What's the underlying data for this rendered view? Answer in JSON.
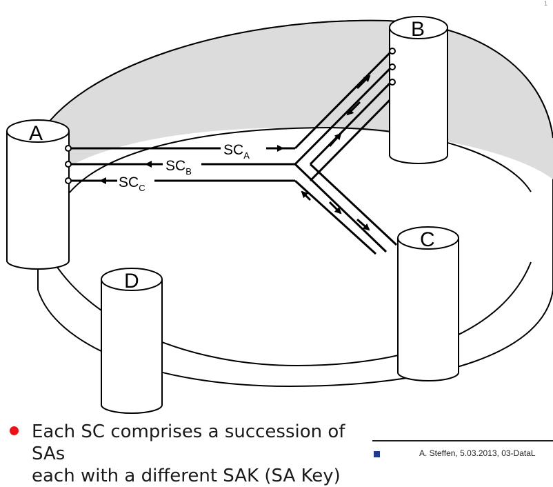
{
  "diagram": {
    "stations": {
      "a": "A",
      "b": "B",
      "c": "C",
      "d": "D"
    },
    "channels": {
      "a": {
        "base": "SC",
        "sub": "A"
      },
      "b": {
        "base": "SC",
        "sub": "B"
      },
      "c": {
        "base": "SC",
        "sub": "C"
      }
    }
  },
  "bullet": {
    "line1": "Each SC comprises a succession of SAs",
    "line2": "each with a different SAK (SA Key)"
  },
  "footer": {
    "text": "A. Steffen, 5.03.2013, 03-DataL"
  },
  "corner": {
    "mark": "1"
  },
  "colors": {
    "bullet": "#e8141a",
    "footer_square": "#1f3a8f",
    "interior": "#dcdcdc"
  }
}
